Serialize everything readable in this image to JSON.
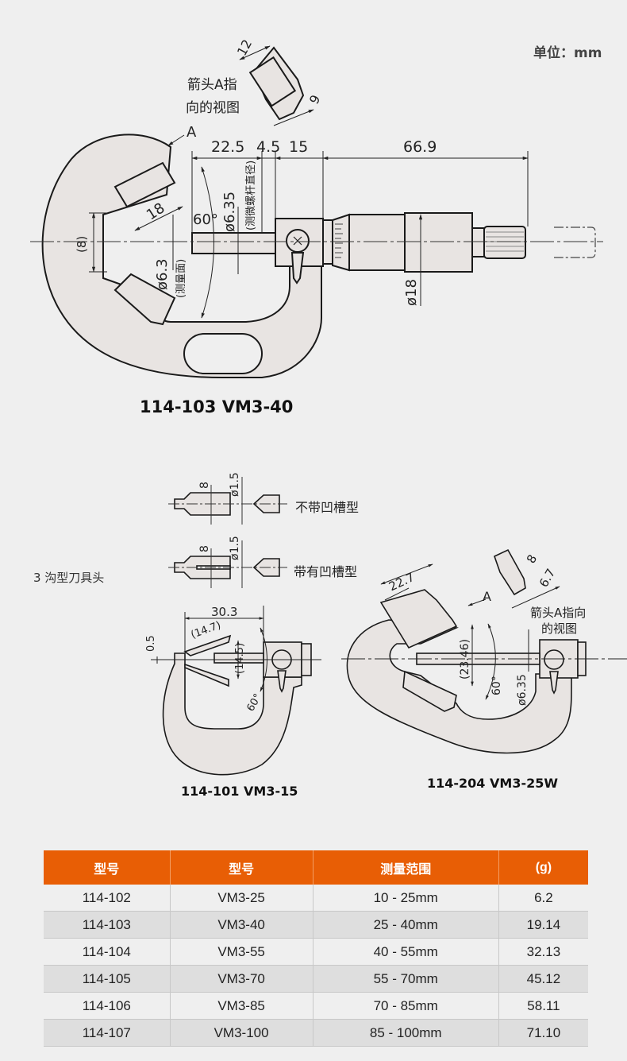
{
  "unit_label": "单位：mm",
  "diagram_main": {
    "caption": "114-103  VM3-40",
    "view_note_line1": "箭头A指",
    "view_note_line2": "向的视图",
    "arrow_label": "A",
    "dims": {
      "d12": "12",
      "d9": "9",
      "d22_5": "22.5",
      "d4_5": "4.5",
      "d15": "15",
      "d66_9": "66.9",
      "d18": "18",
      "angle": "60°",
      "spindle_dia": "ø6.35",
      "spindle_note": "(测微螺杆直径)",
      "face_dia": "ø6.3",
      "face_note": "(测量面)",
      "paren8": "(8)",
      "thimble_dia": "ø18"
    }
  },
  "anvil_types": {
    "section_label": "3 沟型刀具头",
    "type1_label": "不带凹槽型",
    "type2_label": "带有凹槽型",
    "dim8": "8",
    "dim_dia": "ø1.5"
  },
  "diagram_small": {
    "caption": "114-101  VM3-15",
    "dims": {
      "d30_3": "30.3",
      "d14_7": "(14.7)",
      "d14_5": "(14.5)",
      "d0_5": "0.5",
      "angle": "60°"
    }
  },
  "diagram_wide": {
    "caption": "114-204  VM3-25W",
    "view_note_line1": "箭头A指向",
    "view_note_line2": "的视图",
    "arrow_label": "A",
    "dims": {
      "d22_7": "22.7",
      "d8": "8",
      "d6_7": "6.7",
      "d23_46": "(23.46)",
      "angle": "60°",
      "spindle_dia": "ø6.35"
    }
  },
  "table": {
    "header_color": "#e85e05",
    "headers": [
      "型号",
      "型号",
      "测量范围",
      "(g)"
    ],
    "rows": [
      [
        "114-102",
        "VM3-25",
        "10 - 25mm",
        "6.2"
      ],
      [
        "114-103",
        "VM3-40",
        "25 - 40mm",
        "19.14"
      ],
      [
        "114-104",
        "VM3-55",
        "40 - 55mm",
        "32.13"
      ],
      [
        "114-105",
        "VM3-70",
        "55 - 70mm",
        "45.12"
      ],
      [
        "114-106",
        "VM3-85",
        "70 - 85mm",
        "58.11"
      ],
      [
        "114-107",
        "VM3-100",
        "85 - 100mm",
        "71.10"
      ]
    ]
  }
}
